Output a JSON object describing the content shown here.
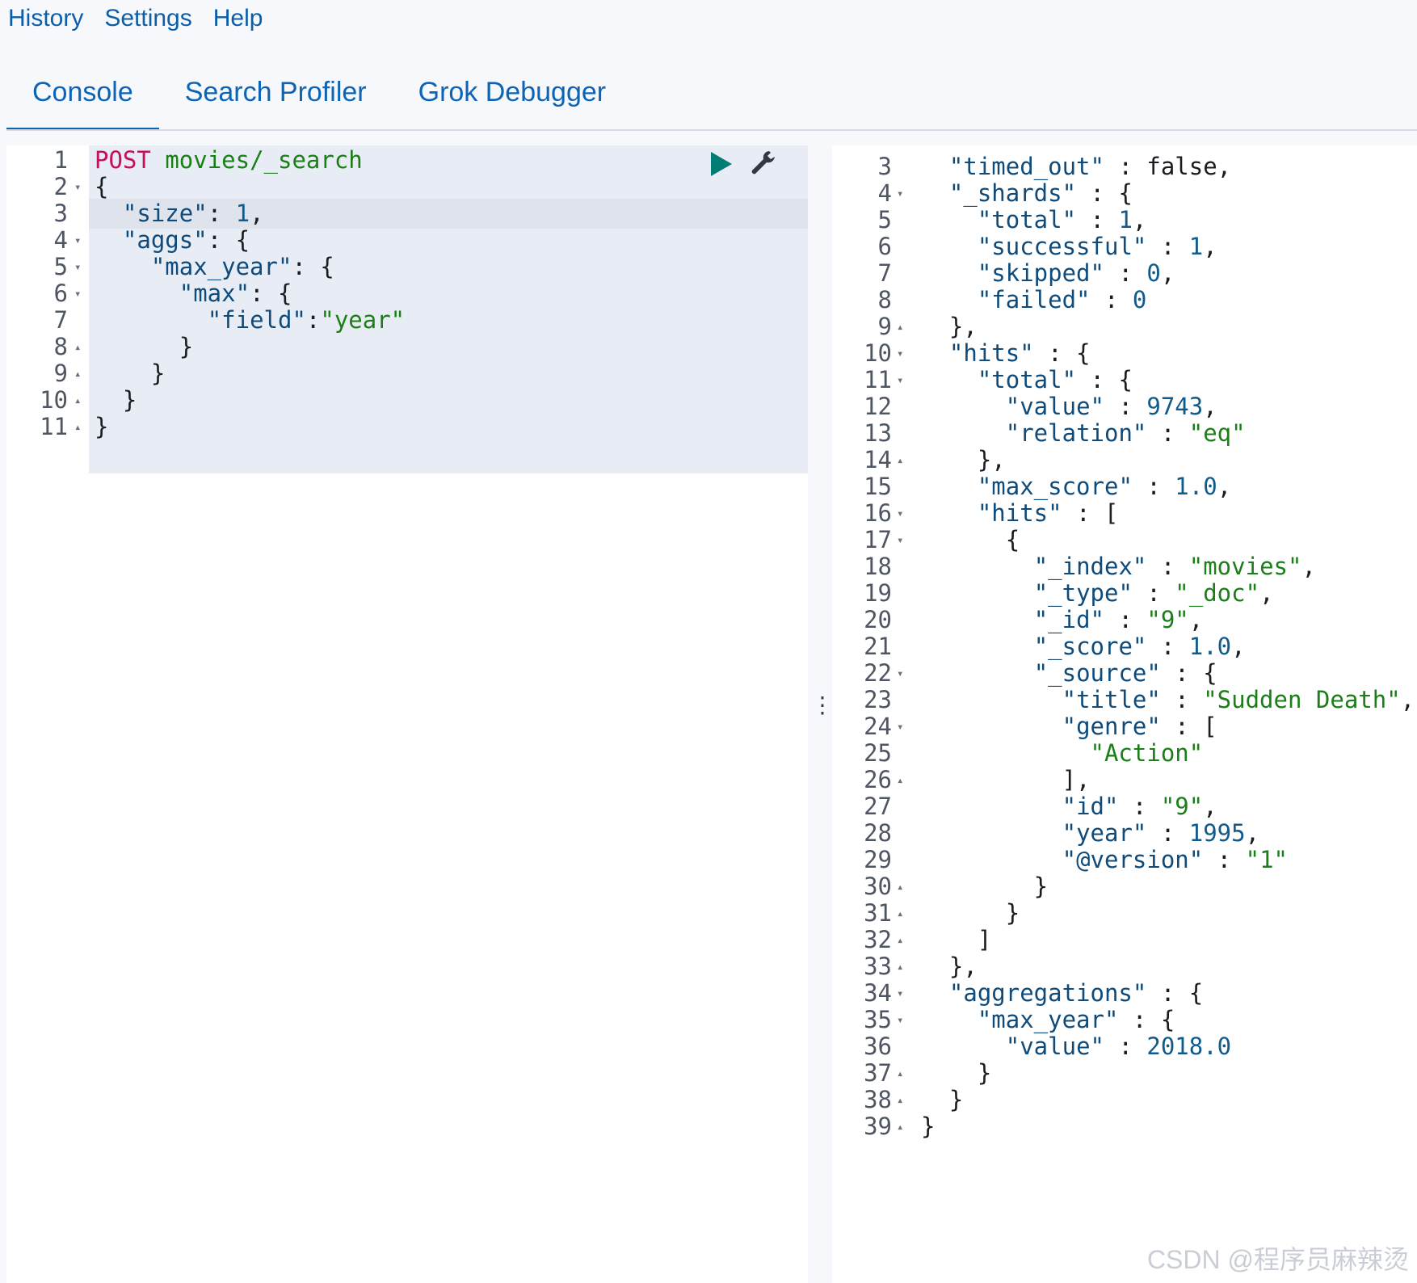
{
  "menu": {
    "history": "History",
    "settings": "Settings",
    "help": "Help"
  },
  "tabs": [
    {
      "label": "Console",
      "active": true
    },
    {
      "label": "Search Profiler"
    },
    {
      "label": "Grok Debugger"
    }
  ],
  "request": {
    "method": "POST",
    "url": "movies/_search",
    "active_line": 3,
    "lines": [
      {
        "n": "1",
        "text": ""
      },
      {
        "n": "2",
        "fold": "▾",
        "text": "{"
      },
      {
        "n": "3",
        "text": "  \"size\": 1,"
      },
      {
        "n": "4",
        "fold": "▾",
        "text": "  \"aggs\": {"
      },
      {
        "n": "5",
        "fold": "▾",
        "text": "    \"max_year\": {"
      },
      {
        "n": "6",
        "fold": "▾",
        "text": "      \"max\": {"
      },
      {
        "n": "7",
        "text": "        \"field\":\"year\""
      },
      {
        "n": "8",
        "fold": "▴",
        "text": "      }"
      },
      {
        "n": "9",
        "fold": "▴",
        "text": "    }"
      },
      {
        "n": "10",
        "fold": "▴",
        "text": "  }"
      },
      {
        "n": "11",
        "fold": "▴",
        "text": "}"
      }
    ]
  },
  "response": {
    "lines": [
      {
        "n": "3",
        "text": "  \"timed_out\" : false,"
      },
      {
        "n": "4",
        "fold": "▾",
        "text": "  \"_shards\" : {"
      },
      {
        "n": "5",
        "text": "    \"total\" : 1,"
      },
      {
        "n": "6",
        "text": "    \"successful\" : 1,"
      },
      {
        "n": "7",
        "text": "    \"skipped\" : 0,"
      },
      {
        "n": "8",
        "text": "    \"failed\" : 0"
      },
      {
        "n": "9",
        "fold": "▴",
        "text": "  },"
      },
      {
        "n": "10",
        "fold": "▾",
        "text": "  \"hits\" : {"
      },
      {
        "n": "11",
        "fold": "▾",
        "text": "    \"total\" : {"
      },
      {
        "n": "12",
        "text": "      \"value\" : 9743,"
      },
      {
        "n": "13",
        "text": "      \"relation\" : \"eq\""
      },
      {
        "n": "14",
        "fold": "▴",
        "text": "    },"
      },
      {
        "n": "15",
        "text": "    \"max_score\" : 1.0,"
      },
      {
        "n": "16",
        "fold": "▾",
        "text": "    \"hits\" : ["
      },
      {
        "n": "17",
        "fold": "▾",
        "text": "      {"
      },
      {
        "n": "18",
        "text": "        \"_index\" : \"movies\","
      },
      {
        "n": "19",
        "text": "        \"_type\" : \"_doc\","
      },
      {
        "n": "20",
        "text": "        \"_id\" : \"9\","
      },
      {
        "n": "21",
        "text": "        \"_score\" : 1.0,"
      },
      {
        "n": "22",
        "fold": "▾",
        "text": "        \"_source\" : {"
      },
      {
        "n": "23",
        "text": "          \"title\" : \"Sudden Death\","
      },
      {
        "n": "24",
        "fold": "▾",
        "text": "          \"genre\" : ["
      },
      {
        "n": "25",
        "text": "            \"Action\""
      },
      {
        "n": "26",
        "fold": "▴",
        "text": "          ],"
      },
      {
        "n": "27",
        "text": "          \"id\" : \"9\","
      },
      {
        "n": "28",
        "text": "          \"year\" : 1995,"
      },
      {
        "n": "29",
        "text": "          \"@version\" : \"1\""
      },
      {
        "n": "30",
        "fold": "▴",
        "text": "        }"
      },
      {
        "n": "31",
        "fold": "▴",
        "text": "      }"
      },
      {
        "n": "32",
        "fold": "▴",
        "text": "    ]"
      },
      {
        "n": "33",
        "fold": "▴",
        "text": "  },"
      },
      {
        "n": "34",
        "fold": "▾",
        "text": "  \"aggregations\" : {"
      },
      {
        "n": "35",
        "fold": "▾",
        "text": "    \"max_year\" : {"
      },
      {
        "n": "36",
        "text": "      \"value\" : 2018.0"
      },
      {
        "n": "37",
        "fold": "▴",
        "text": "    }"
      },
      {
        "n": "38",
        "fold": "▴",
        "text": "  }"
      },
      {
        "n": "39",
        "fold": "▴",
        "text": "}"
      }
    ]
  },
  "colors": {
    "accent": "#0b64b6",
    "run": "#017d73",
    "string": "#1a7f17",
    "method": "#c61058",
    "boolean": "#5b2ce0"
  },
  "icons": {
    "run": "play-icon",
    "wrench": "wrench-icon",
    "resizer": "vertical-dots-icon"
  },
  "watermark": "CSDN @程序员麻辣烫"
}
